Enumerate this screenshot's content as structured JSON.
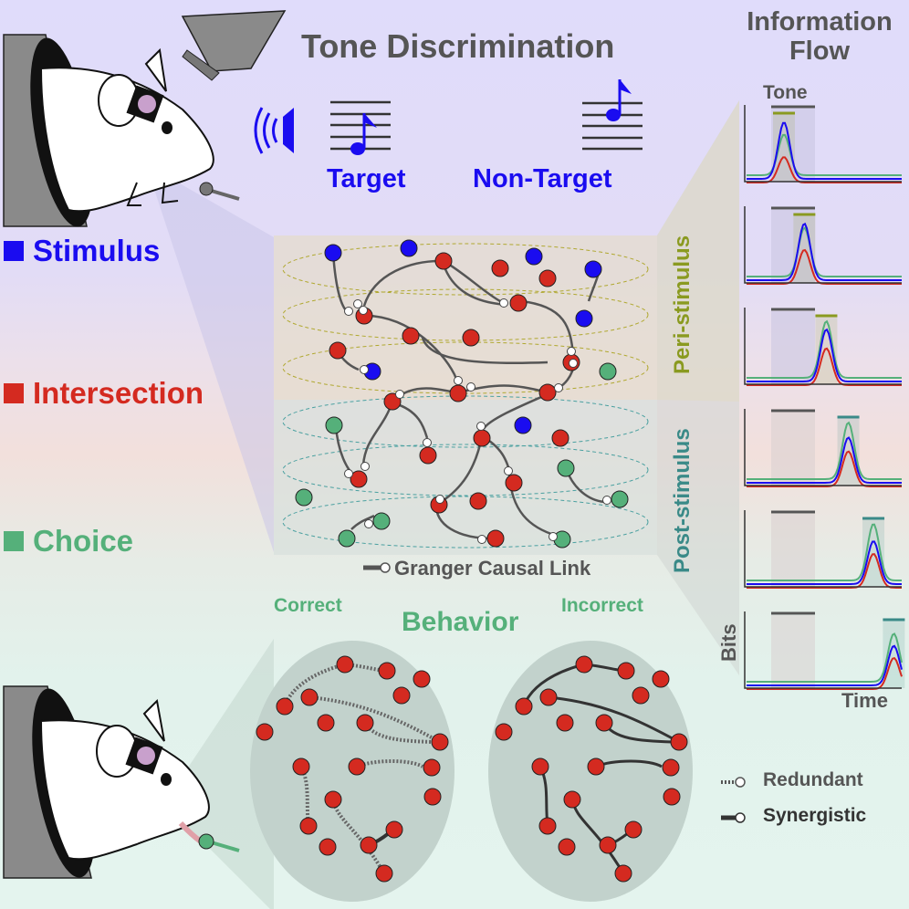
{
  "header": {
    "title": "Tone Discrimination",
    "target_label": "Target",
    "non_target_label": "Non-Target"
  },
  "legend_left": {
    "stimulus": "Stimulus",
    "intersection": "Intersection",
    "choice": "Choice"
  },
  "network": {
    "link_legend": "Granger Causal Link",
    "peri_label": "Peri-stimulus",
    "post_label": "Post-stimulus"
  },
  "info_flow": {
    "title_line1": "Information",
    "title_line2": "Flow",
    "tone_label": "Tone",
    "y_label": "Bits",
    "x_label": "Time"
  },
  "behavior": {
    "title": "Behavior",
    "correct_label": "Correct",
    "incorrect_label": "Incorrect",
    "redundant_label": "Redundant",
    "synergistic_label": "Synergistic"
  },
  "colors": {
    "stimulus": "#1a0cf0",
    "intersection": "#d42a20",
    "choice": "#55b07a",
    "peri": "#8a9a20",
    "post": "#3a8a88",
    "text_gray": "#555555"
  },
  "panels": [
    {
      "phase": "peri",
      "peak_position": 0.25,
      "peaks": {
        "blue": 1.0,
        "green": 0.72,
        "red": 0.45
      }
    },
    {
      "phase": "peri",
      "peak_position": 0.38,
      "peaks": {
        "blue": 1.0,
        "green": 0.86,
        "red": 0.6
      }
    },
    {
      "phase": "peri",
      "peak_position": 0.52,
      "peaks": {
        "green": 1.0,
        "blue": 0.92,
        "red": 0.65
      }
    },
    {
      "phase": "post",
      "peak_position": 0.66,
      "peaks": {
        "green": 1.0,
        "blue": 0.8,
        "red": 0.62
      }
    },
    {
      "phase": "post",
      "peak_position": 0.82,
      "peaks": {
        "green": 1.0,
        "blue": 0.76,
        "red": 0.6
      }
    },
    {
      "phase": "post",
      "peak_position": 0.95,
      "peaks": {
        "green": 0.85,
        "blue": 0.7,
        "red": 0.55
      }
    }
  ]
}
